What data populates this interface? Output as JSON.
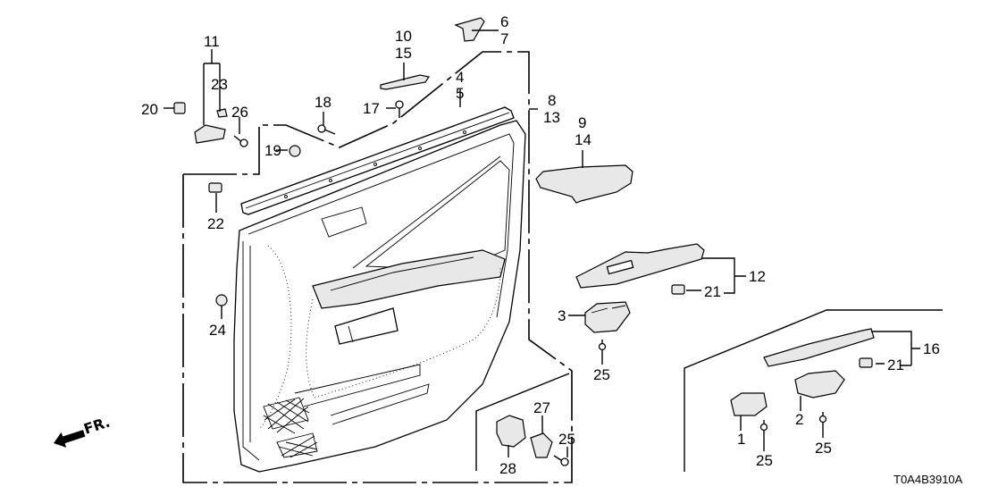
{
  "diagram": {
    "title": "Front Door Lining / Power Window Switch Parts Diagram",
    "diagram_code": "T0A4B3910A",
    "direction_indicator": "FR.",
    "callouts": [
      {
        "id": "c1",
        "label": "1"
      },
      {
        "id": "c2",
        "label": "2"
      },
      {
        "id": "c3",
        "label": "3"
      },
      {
        "id": "c4",
        "label": "4"
      },
      {
        "id": "c5",
        "label": "5"
      },
      {
        "id": "c6",
        "label": "6"
      },
      {
        "id": "c7",
        "label": "7"
      },
      {
        "id": "c8",
        "label": "8"
      },
      {
        "id": "c9",
        "label": "9"
      },
      {
        "id": "c10",
        "label": "10"
      },
      {
        "id": "c11",
        "label": "11"
      },
      {
        "id": "c12",
        "label": "12"
      },
      {
        "id": "c13",
        "label": "13"
      },
      {
        "id": "c14",
        "label": "14"
      },
      {
        "id": "c15",
        "label": "15"
      },
      {
        "id": "c16",
        "label": "16"
      },
      {
        "id": "c17",
        "label": "17"
      },
      {
        "id": "c18",
        "label": "18"
      },
      {
        "id": "c19",
        "label": "19"
      },
      {
        "id": "c20",
        "label": "20"
      },
      {
        "id": "c21a",
        "label": "21"
      },
      {
        "id": "c21b",
        "label": "21"
      },
      {
        "id": "c22",
        "label": "22"
      },
      {
        "id": "c23",
        "label": "23"
      },
      {
        "id": "c24",
        "label": "24"
      },
      {
        "id": "c25a",
        "label": "25"
      },
      {
        "id": "c25b",
        "label": "25"
      },
      {
        "id": "c25c",
        "label": "25"
      },
      {
        "id": "c25d",
        "label": "25"
      },
      {
        "id": "c26",
        "label": "26"
      },
      {
        "id": "c27",
        "label": "27"
      },
      {
        "id": "c28",
        "label": "28"
      }
    ]
  }
}
